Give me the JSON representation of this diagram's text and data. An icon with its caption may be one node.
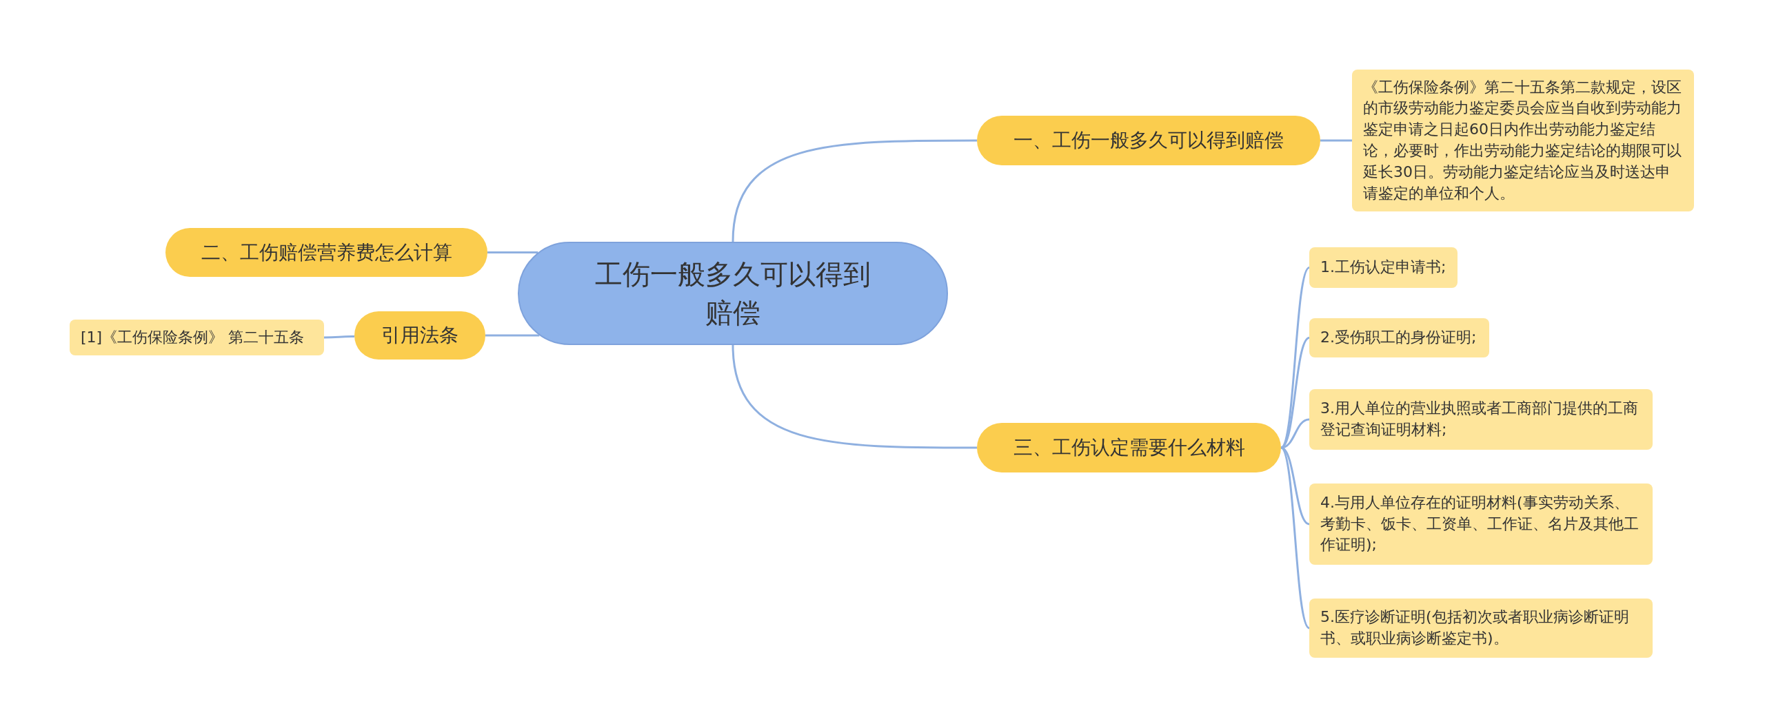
{
  "diagram": {
    "nodes": [
      {
        "text": [
          "工伤一般多久可以得到赔偿"
        ]
      },
      {
        "text": [
          "一、工伤一般多久可以得到赔偿"
        ]
      },
      {
        "text": [
          "《工伤保险条例》第二十五条第二款规定，设区的市级劳动能力鉴定委员会应当自收到劳动能力鉴定申请之日起60日内作出劳动能力鉴定结论，必要时，作出劳动能力鉴定结论的期限可以延长30日。劳动能力鉴定结论应当及时送达申请鉴定的单位和个人。"
        ]
      },
      {
        "text": [
          "二、工伤赔偿营养费怎么计算"
        ]
      },
      {
        "text": [
          "引用法条"
        ]
      },
      {
        "text": [
          "[1]《工伤保险条例》 第二十五条"
        ]
      },
      {
        "text": [
          "三、工伤认定需要什么材料"
        ]
      },
      {
        "text": [
          "1.工伤认定申请书;"
        ]
      },
      {
        "text": [
          "2.受伤职工的身份证明;"
        ]
      },
      {
        "text": [
          "3.用人单位的营业执照或者工商部门提供的工商登记查询证明材料;"
        ]
      },
      {
        "text": [
          "4.与用人单位存在的证明材料(事实劳动关系、考勤卡、饭卡、工资单、工作证、名片及其他工作证明);"
        ]
      },
      {
        "text": [
          "5.医疗诊断证明(包括初次或者职业病诊断证明书、或职业病诊断鉴定书)。"
        ]
      }
    ],
    "edges": [
      {
        "from": 0,
        "to": 1,
        "arrow": "none"
      },
      {
        "from": 1,
        "to": 2,
        "arrow": "none"
      },
      {
        "from": 0,
        "to": 3,
        "arrow": "none"
      },
      {
        "from": 0,
        "to": 4,
        "arrow": "none"
      },
      {
        "from": 4,
        "to": 5,
        "arrow": "none"
      },
      {
        "from": 0,
        "to": 6,
        "arrow": "none"
      },
      {
        "from": 6,
        "to": 7,
        "arrow": "none"
      },
      {
        "from": 6,
        "to": 8,
        "arrow": "none"
      },
      {
        "from": 6,
        "to": 9,
        "arrow": "none"
      },
      {
        "from": 6,
        "to": 10,
        "arrow": "none"
      },
      {
        "from": 6,
        "to": 11,
        "arrow": "none"
      }
    ]
  }
}
